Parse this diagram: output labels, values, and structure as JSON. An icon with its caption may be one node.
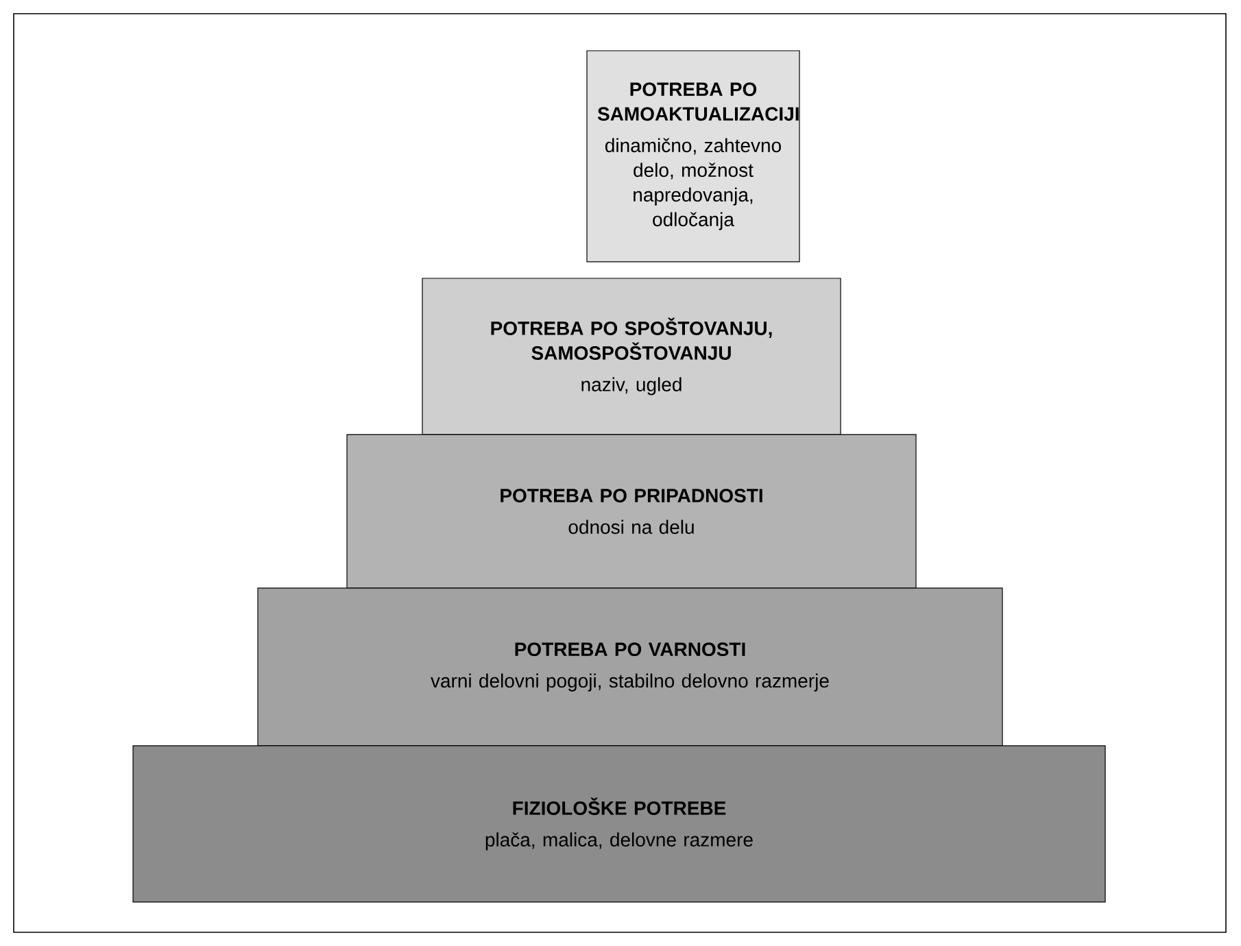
{
  "diagram": {
    "nodes": [
      {
        "text": [
          "POTREBA PO SAMOAKTUALIZACIJI",
          "dinamično, zahtevno delo, možnost napredovanja, odločanja"
        ]
      },
      {
        "text": [
          "POTREBA PO SPOŠTOVANJU, SAMOSPOŠTOVANJU",
          "naziv, ugled"
        ]
      },
      {
        "text": [
          "POTREBA PO PRIPADNOSTI",
          "odnosi na delu"
        ]
      },
      {
        "text": [
          "POTREBA PO VARNOSTI",
          "varni delovni pogoji, stabilno delovno razmerje"
        ]
      },
      {
        "text": [
          "FIZIOLOŠKE POTREBE",
          "plača, malica, delovne razmere"
        ]
      }
    ]
  }
}
